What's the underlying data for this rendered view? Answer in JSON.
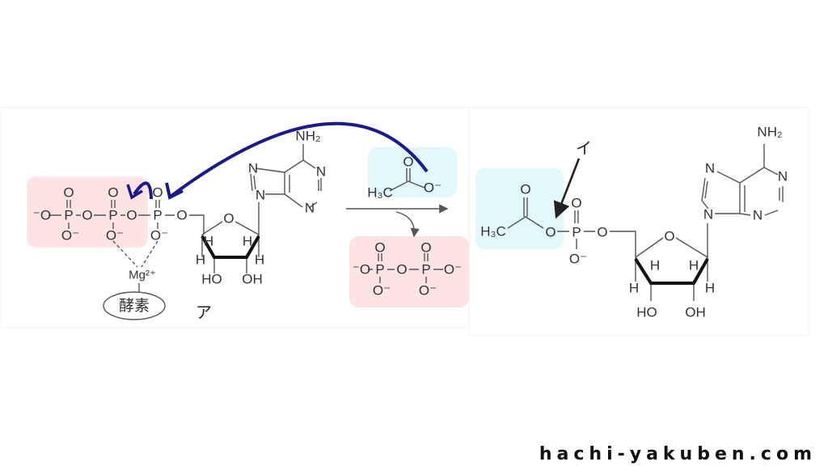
{
  "atoms": {
    "O": "O",
    "P": "P",
    "O_minus": "O⁻",
    "minus_O": "⁻O",
    "N": "N",
    "H": "H",
    "HO": "HO",
    "OH": "OH",
    "NH2": "NH₂",
    "H3C": "H₃C",
    "Mg": "Mg²⁺"
  },
  "labels": {
    "enzyme": "酵素",
    "a": "ア",
    "i": "イ"
  },
  "footer": {
    "site": "hachi-yakuben.com"
  },
  "colors": {
    "pink_box": "#fde3e3",
    "cyan_box": "#e3f8fa",
    "blue_arrow": "#1a1a8c"
  }
}
